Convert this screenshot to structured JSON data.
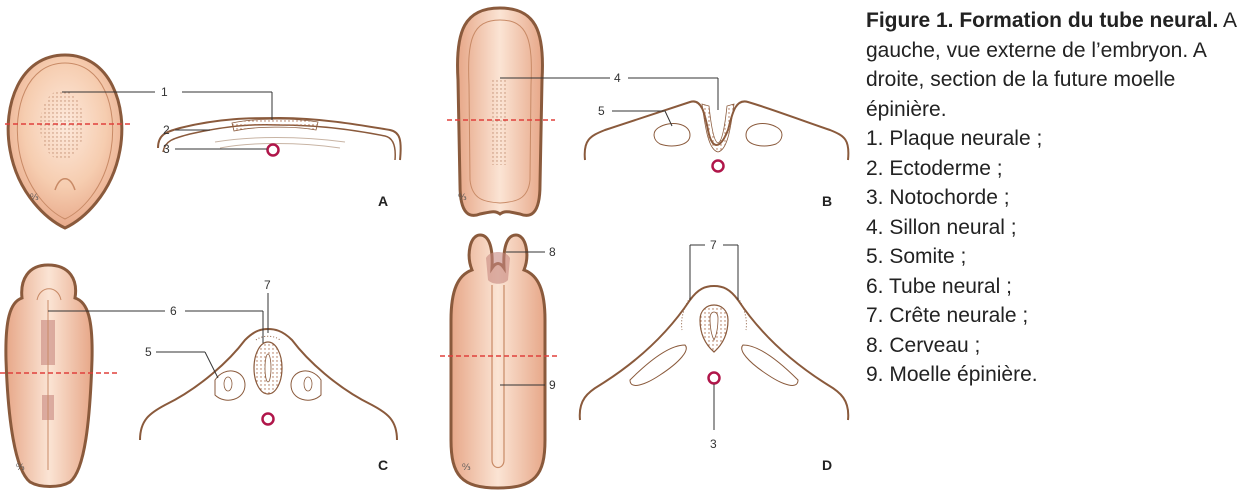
{
  "caption": {
    "title": "Figure 1. Formation du tube neural.",
    "text": "A gauche, vue externe de l’embryon. A droite, section de la future moelle épinière."
  },
  "legend": [
    "1. Plaque neurale ;",
    "2. Ectoderme ;",
    "3. Notochorde ;",
    "4. Sillon neural ;",
    "5. Somite ;",
    "6. Tube neural ;",
    "7. Crête neurale ;",
    "8. Cerveau ;",
    "9. Moelle épinière."
  ],
  "panels": {
    "A": {
      "letter": "A",
      "labels": [
        "1",
        "2",
        "3"
      ]
    },
    "B": {
      "letter": "B",
      "labels": [
        "4",
        "5"
      ]
    },
    "C": {
      "letter": "C",
      "labels": [
        "6",
        "7",
        "5"
      ]
    },
    "D": {
      "letter": "D",
      "labels": [
        "8",
        "9",
        "7",
        "3"
      ]
    }
  },
  "colors": {
    "embryo_fill": "#f7d3b8",
    "embryo_edge": "#8a5a3c",
    "section_line": "#8a5a3c",
    "notochord": "#b0164a",
    "cut_line": "#e0403c"
  }
}
